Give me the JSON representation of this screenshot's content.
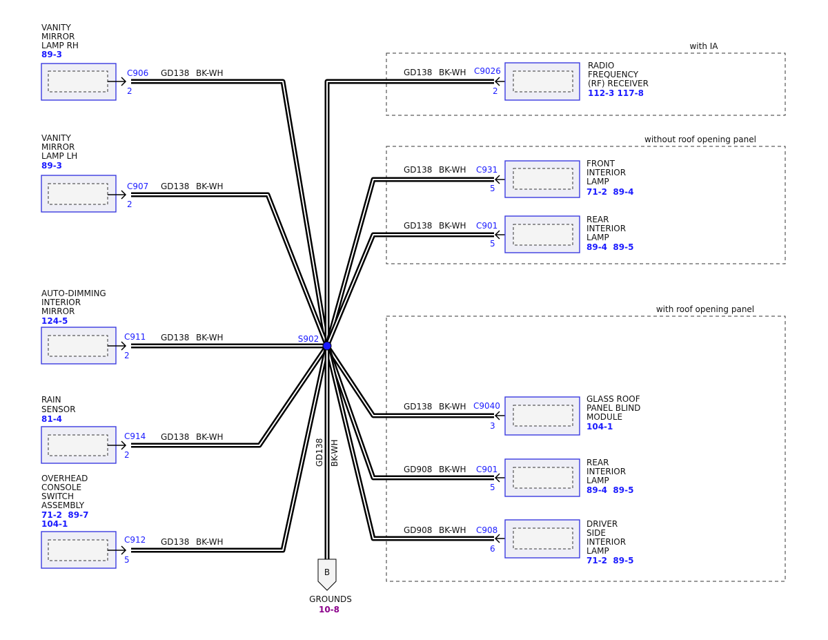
{
  "splice": {
    "id": "S902"
  },
  "regions": [
    {
      "label": "with IA"
    },
    {
      "label": "without roof opening panel"
    },
    {
      "label": "with roof opening panel"
    }
  ],
  "left_components": [
    {
      "name_lines": [
        "VANITY",
        "MIRROR",
        "LAMP RH"
      ],
      "refs": [
        "89-3"
      ],
      "connector": "C906",
      "pin": "2",
      "wire": "GD138",
      "color": "BK-WH"
    },
    {
      "name_lines": [
        "VANITY",
        "MIRROR",
        "LAMP LH"
      ],
      "refs": [
        "89-3"
      ],
      "connector": "C907",
      "pin": "2",
      "wire": "GD138",
      "color": "BK-WH"
    },
    {
      "name_lines": [
        "AUTO-DIMMING",
        "INTERIOR",
        "MIRROR"
      ],
      "refs": [
        "124-5"
      ],
      "connector": "C911",
      "pin": "2",
      "wire": "GD138",
      "color": "BK-WH"
    },
    {
      "name_lines": [
        "RAIN",
        "SENSOR"
      ],
      "refs": [
        "81-4"
      ],
      "connector": "C914",
      "pin": "2",
      "wire": "GD138",
      "color": "BK-WH"
    },
    {
      "name_lines": [
        "OVERHEAD",
        "CONSOLE",
        "SWITCH",
        "ASSEMBLY"
      ],
      "refs": [
        "71-2  89-7",
        "104-1"
      ],
      "connector": "C912",
      "pin": "5",
      "wire": "GD138",
      "color": "BK-WH"
    }
  ],
  "right_components": [
    {
      "name_lines": [
        "RADIO",
        "FREQUENCY",
        "(RF) RECEIVER"
      ],
      "refs": [
        "112-3 117-8"
      ],
      "connector": "C9026",
      "pin": "2",
      "wire": "GD138",
      "color": "BK-WH"
    },
    {
      "name_lines": [
        "FRONT",
        "INTERIOR",
        "LAMP"
      ],
      "refs": [
        "71-2  89-4"
      ],
      "connector": "C931",
      "pin": "5",
      "wire": "GD138",
      "color": "BK-WH"
    },
    {
      "name_lines": [
        "REAR",
        "INTERIOR",
        "LAMP"
      ],
      "refs": [
        "89-4  89-5"
      ],
      "connector": "C901",
      "pin": "5",
      "wire": "GD138",
      "color": "BK-WH"
    },
    {
      "name_lines": [
        "GLASS ROOF",
        "PANEL BLIND",
        "MODULE"
      ],
      "refs": [
        "104-1"
      ],
      "connector": "C9040",
      "pin": "3",
      "wire": "GD138",
      "color": "BK-WH"
    },
    {
      "name_lines": [
        "REAR",
        "INTERIOR",
        "LAMP"
      ],
      "refs": [
        "89-4  89-5"
      ],
      "connector": "C901",
      "pin": "5",
      "wire": "GD908",
      "color": "BK-WH"
    },
    {
      "name_lines": [
        "DRIVER",
        "SIDE",
        "INTERIOR",
        "LAMP"
      ],
      "refs": [
        "71-2  89-5"
      ],
      "connector": "C908",
      "pin": "6",
      "wire": "GD908",
      "color": "BK-WH"
    }
  ],
  "ground": {
    "wire": "GD138",
    "color": "BK-WH",
    "connector_letter": "B",
    "label": "GROUNDS",
    "ref": "10-8"
  }
}
